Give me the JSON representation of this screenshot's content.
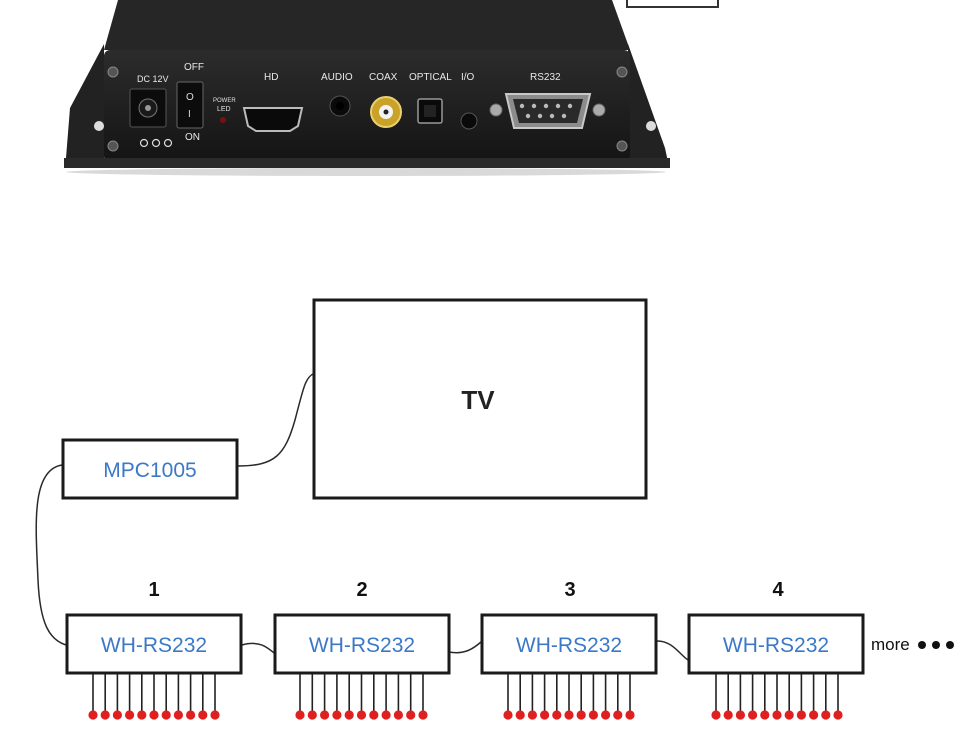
{
  "device": {
    "labels": {
      "dc": "DC 12V",
      "off": "OFF",
      "on": "ON",
      "switch_o": "O",
      "switch_i": "I",
      "power": "POWER",
      "led": "LED",
      "hd": "HD",
      "audio": "AUDIO",
      "coax": "COAX",
      "optical": "OPTICAL",
      "io": "I/O",
      "rs232": "RS232"
    }
  },
  "diagram": {
    "tv_label": "TV",
    "player_label": "MPC1005",
    "modules": [
      {
        "number": "1",
        "label": "WH-RS232"
      },
      {
        "number": "2",
        "label": "WH-RS232"
      },
      {
        "number": "3",
        "label": "WH-RS232"
      },
      {
        "number": "4",
        "label": "WH-RS232"
      }
    ],
    "more_label": "more",
    "leads_per_module": 11,
    "colors": {
      "box_stroke": "#1a1a1a",
      "module_text": "#3b78c8",
      "lead_tip": "#e01f1f",
      "device_body": "#1c1c1c"
    }
  }
}
